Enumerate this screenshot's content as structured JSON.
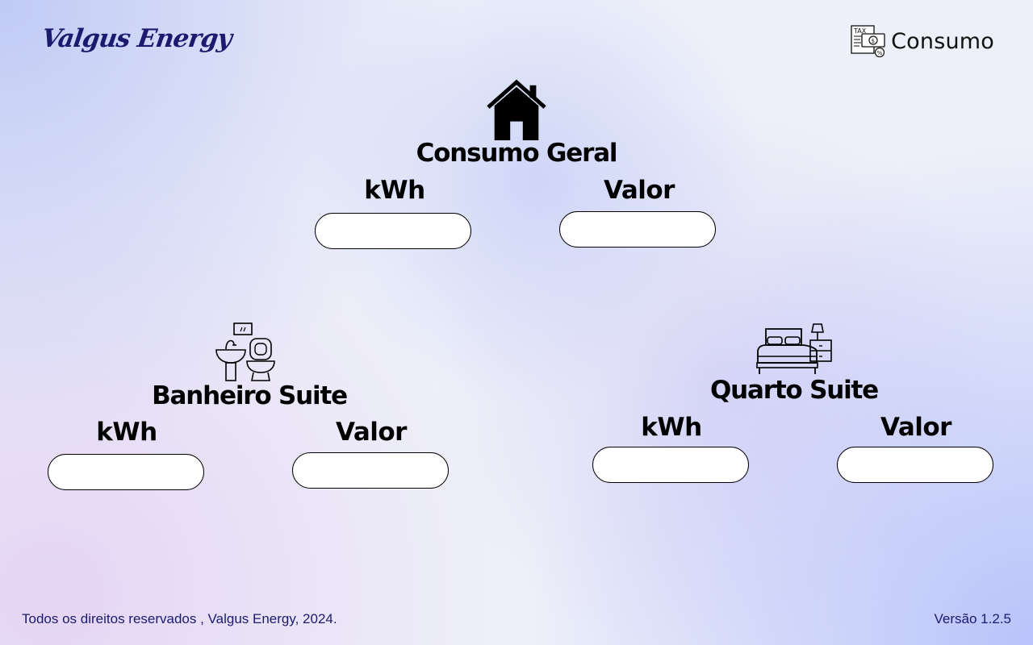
{
  "header": {
    "brand": "Valgus Energy",
    "page_label": "Consumo",
    "page_icon": "tax-receipt-icon",
    "page_icon_text": "TAX"
  },
  "sections": {
    "geral": {
      "title": "Consumo Geral",
      "icon": "house-icon",
      "kwh_label": "kWh",
      "kwh_value": "",
      "valor_label": "Valor",
      "valor_value": ""
    },
    "banheiro": {
      "title": "Banheiro Suite",
      "icon": "bathroom-icon",
      "kwh_label": "kWh",
      "kwh_value": "",
      "valor_label": "Valor",
      "valor_value": ""
    },
    "quarto": {
      "title": "Quarto Suite",
      "icon": "bedroom-icon",
      "kwh_label": "kWh",
      "kwh_value": "",
      "valor_label": "Valor",
      "valor_value": ""
    }
  },
  "footer": {
    "copyright": "Todos os direitos reservados , Valgus Energy, 2024.",
    "version": "Versão 1.2.5"
  },
  "colors": {
    "brand": "#1c1a6e",
    "text": "#000000",
    "field_bg": "#ffffff"
  }
}
